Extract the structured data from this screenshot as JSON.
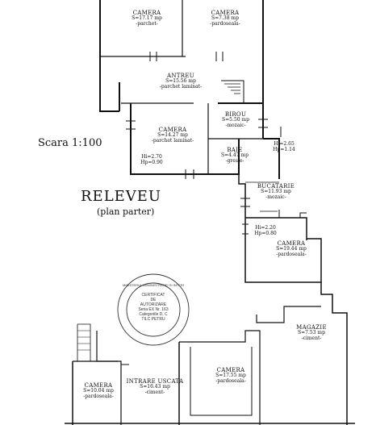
{
  "title": "RELEVEU",
  "subtitle": "(plan parter)",
  "scale": "Scara 1:100",
  "rooms": {
    "camera1": {
      "name": "CAMERA",
      "area": "S=17.17 mp",
      "floor": "-parchet-"
    },
    "camera2": {
      "name": "CAMERA",
      "area": "S=7.38 mp",
      "floor": "-pardoseala-"
    },
    "antreu": {
      "name": "ANTREU",
      "area": "S=15.56 mp",
      "floor": "-parchet laminat-"
    },
    "camera3": {
      "name": "CAMERA",
      "area": "S=14.27 mp",
      "floor": "-parchet laminat-"
    },
    "birou": {
      "name": "BIROU",
      "area": "S=5.50 mp",
      "floor": "-mozaic-"
    },
    "baie": {
      "name": "BAIE",
      "area": "S=4.47 mp",
      "floor": "-gresie-"
    },
    "bucatarie": {
      "name": "BUCATARIE",
      "area": "S=11.93 mp",
      "floor": "-mozaic-"
    },
    "camera4": {
      "name": "CAMERA",
      "area": "S=19.44 mp",
      "floor": "-pardoseala-"
    },
    "magazie": {
      "name": "MAGAZIE",
      "area": "S=7.53 mp",
      "floor": "-ciment-"
    },
    "camera5": {
      "name": "CAMERA",
      "area": "S=17.55 mp",
      "floor": "-pardoseala-"
    },
    "intrare": {
      "name": "INTRARE USCATA",
      "area": "S=16.43 mp",
      "floor": "-ciment-"
    },
    "camera6": {
      "name": "CAMERA",
      "area": "S=10.04 mp",
      "floor": "-pardoseala-"
    }
  },
  "heights": {
    "h1a": "Hi=2.70",
    "h1b": "Hp=0.90",
    "h2a": "Hi=2.65",
    "h2b": "Hp=1.14",
    "h3a": "Hi=2.20",
    "h3b": "Hp=0.80"
  },
  "stamp": {
    "ring": "MINISTERUL ADMINISTRATIEI SI INTERNELOR",
    "line1": "CERTIFICAT",
    "line2": "DE",
    "line3": "AUTORIZARE",
    "line4": "Seria EX Nr. 163",
    "line5": "Categoriile D, C",
    "line6": "TILC PETRU"
  }
}
